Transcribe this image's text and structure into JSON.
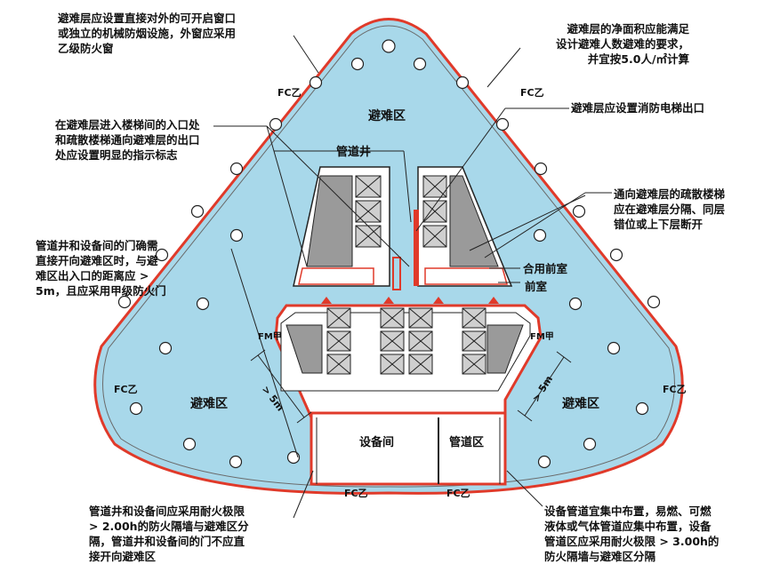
{
  "annotations": {
    "top_left": [
      "避难层应设置直接对外的可开启窗口",
      "或独立的机械防烟设施，外窗应采用",
      "乙级防火窗"
    ],
    "top_right": [
      "避难层的净面积应能满足",
      "设计避难人数避难的要求，",
      "并宜按5.0人/㎡计算"
    ],
    "upper_left": [
      "在避难层进入楼梯间的入口处",
      "和疏散楼梯通向避难层的出口",
      "处应设置明显的指示标志"
    ],
    "upper_right": "避难层应设置消防电梯出口",
    "mid_right": [
      "通向避难层的疏散楼梯",
      "应在避难层分隔、同层",
      "错位或上下层断开"
    ],
    "mid_left": [
      "管道井和设备间的门确需",
      "直接开向避难区时，与避",
      "难区出入口的距离应 >",
      "5m，且应采用甲级防火门"
    ],
    "bottom_left": [
      "管道井和设备间应采用耐火极限",
      "> 2.00h的防火隔墙与避难区分",
      "隔，管道井和设备间的门不应直",
      "接开向避难区"
    ],
    "bottom_right": [
      "设备管道宜集中布置，易燃、可燃",
      "液体或气体管道应集中布置，设备",
      "管道区应采用耐火极限 > 3.00h的",
      "防火隔墙与避难区分隔"
    ]
  },
  "labels": {
    "refuge_top": "避难区",
    "refuge_left": "避难区",
    "refuge_right": "避难区",
    "pipe_shaft": "管道井",
    "combined_lobby": "合用前室",
    "front_room": "前室",
    "equipment_room": "设备间",
    "pipe_zone": "管道区",
    "fm": "FM甲",
    "fc": "FC乙",
    "distance": "> 5m"
  },
  "colors": {
    "refuge_fill": "#a8d8ea",
    "outline_red": "#e03a2a",
    "core_gray": "#9a9a9a",
    "leader": "#222222"
  }
}
